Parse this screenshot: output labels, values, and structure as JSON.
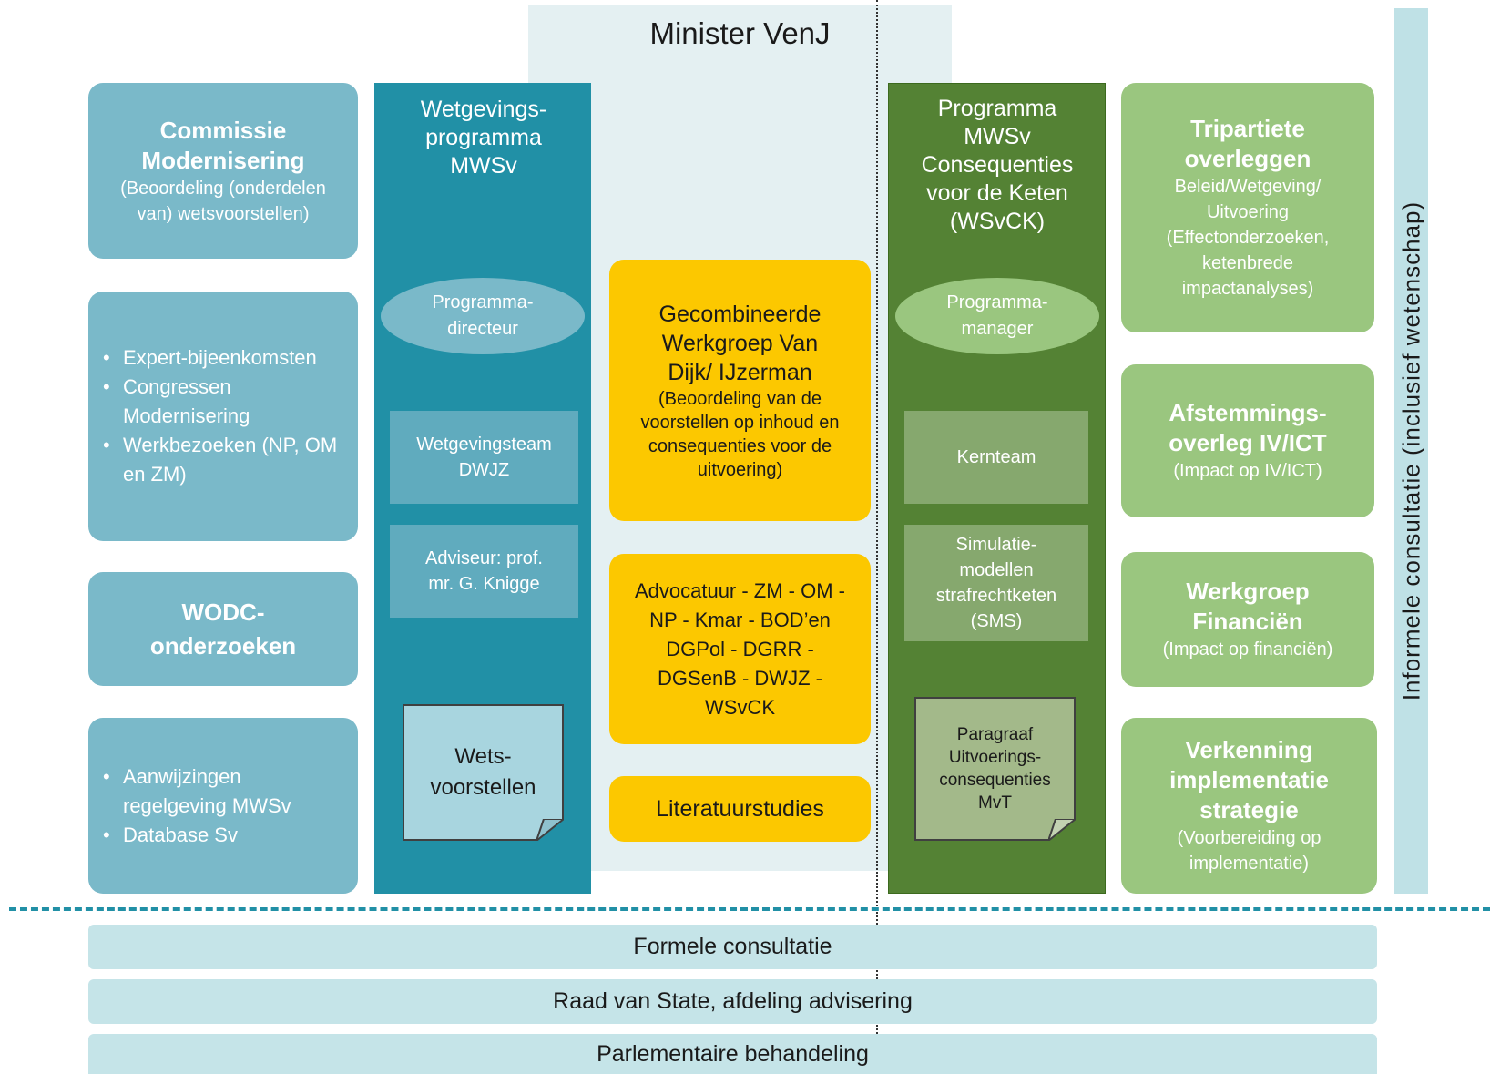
{
  "minister": {
    "title": "Minister VenJ"
  },
  "left": {
    "commissie": {
      "title": "Commissie Modernisering",
      "subtitle": "(Beoordeling (onderdelen van) wetsvoorstellen)"
    },
    "expert_items": [
      "Expert-bijeenkomsten",
      "Congressen Modernisering",
      "Werkbezoeken (NP, OM en ZM)"
    ],
    "wodc": {
      "title": "WODC-onderzoeken"
    },
    "database_items": [
      "Aanwijzingen regelgeving MWSv",
      "Database Sv"
    ]
  },
  "wetgeving": {
    "title": "Wetgevings-programma MWSv",
    "ellipse": "Programma-directeur",
    "team": "Wetgevingsteam DWJZ",
    "adviseur": "Adviseur: prof. mr. G. Knigge",
    "doc": "Wets-voorstellen"
  },
  "center": {
    "werkgroep": {
      "title": "Gecombineerde Werkgroep Van Dijk/ IJzerman",
      "subtitle": "(Beoordeling van de voorstellen op inhoud en consequenties voor de uitvoering)"
    },
    "partners": "Advocatuur - ZM - OM - NP - Kmar - BOD’en DGPol - DGRR - DGSenB - DWJZ - WSvCK",
    "literatuur": "Literatuurstudies"
  },
  "programma": {
    "title": "Programma MWSv Consequenties voor de Keten (WSvCK)",
    "ellipse": "Programma-manager",
    "kernteam": "Kernteam",
    "simulatie": "Simulatie-modellen strafrechtketen (SMS)",
    "doc": "Paragraaf Uitvoerings-consequenties MvT"
  },
  "right": {
    "tripartiete": {
      "title": "Tripartiete overleggen",
      "subtitle": "Beleid/Wetgeving/ Uitvoering (Effectonderzoeken, ketenbrede impactanalyses)"
    },
    "afstemming": {
      "title": "Afstemmings-overleg IV/ICT",
      "subtitle": "(Impact op IV/ICT)"
    },
    "financien": {
      "title": "Werkgroep Financiën",
      "subtitle": "(Impact op financiën)"
    },
    "verkenning": {
      "title": "Verkenning implementatie strategie",
      "subtitle": "(Voorbereiding op implementatie)"
    }
  },
  "informele": "Informele consultatie (inclusief wetenschap)",
  "bottom": [
    "Formele consultatie",
    "Raad van State, afdeling advisering",
    "Parlementaire behandeling"
  ],
  "colors": {
    "teal": "#7ab9c9",
    "blue_column": "#2190a6",
    "green_column": "#548234",
    "light_green": "#9ac67f",
    "yellow": "#fcc800"
  }
}
